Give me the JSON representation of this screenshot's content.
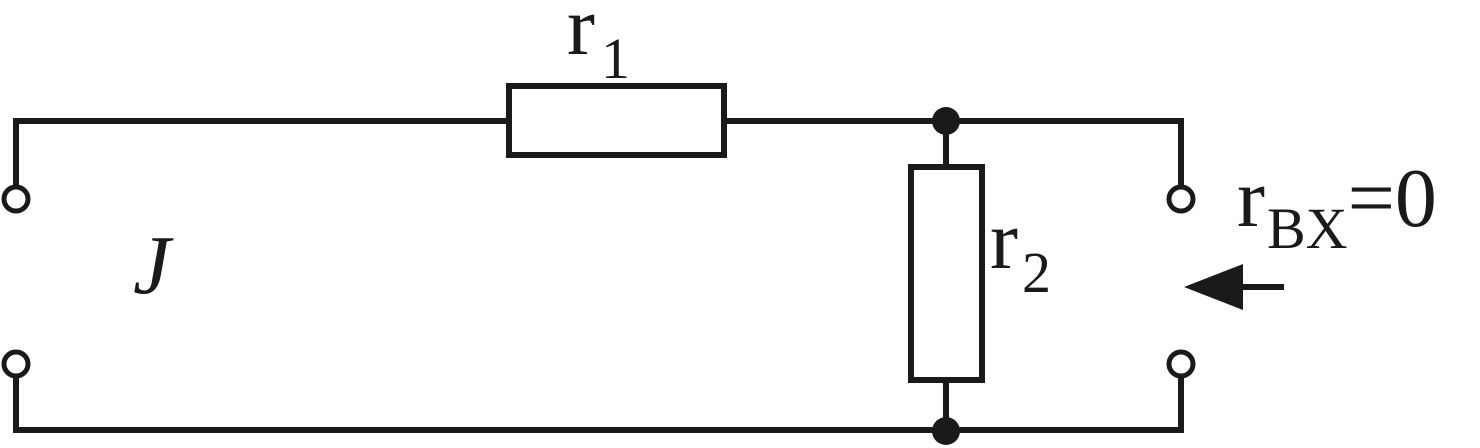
{
  "labels": {
    "r1": {
      "base": "r",
      "sub": "1"
    },
    "r2": {
      "base": "r",
      "sub": "2"
    },
    "source": "J",
    "input_resistance": {
      "base": "r",
      "sub": "BX",
      "suffix": "=0"
    }
  },
  "colors": {
    "line": "#1a1a1a",
    "background": "#ffffff"
  }
}
